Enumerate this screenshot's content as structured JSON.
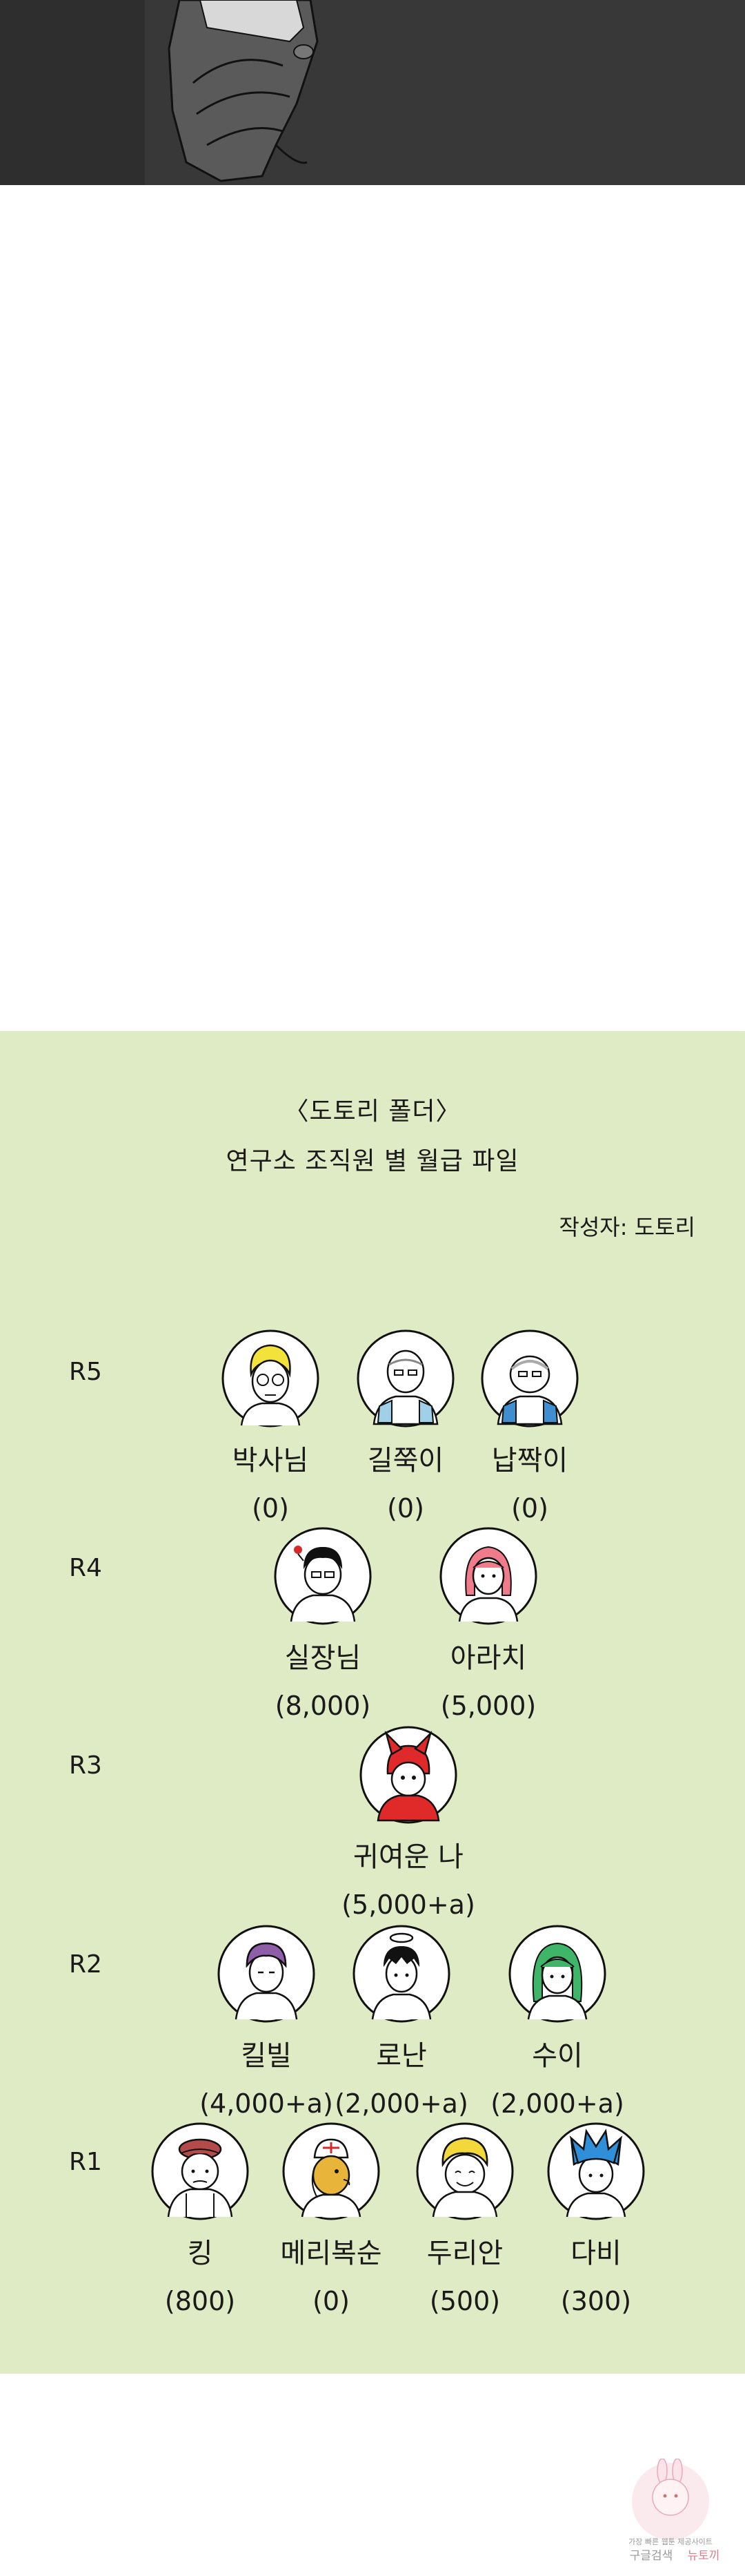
{
  "header": {
    "folder_title": "〈도토리 폴더〉",
    "file_title": "연구소 조직원 별 월급 파일",
    "author": "작성자: 도토리"
  },
  "ranks": [
    {
      "label": "R5",
      "members": [
        {
          "name": "박사님",
          "salary": "(0)"
        },
        {
          "name": "길쭉이",
          "salary": "(0)"
        },
        {
          "name": "납짝이",
          "salary": "(0)"
        }
      ]
    },
    {
      "label": "R4",
      "members": [
        {
          "name": "실장님",
          "salary": "(8,000)"
        },
        {
          "name": "아라치",
          "salary": "(5,000)"
        }
      ]
    },
    {
      "label": "R3",
      "members": [
        {
          "name": "귀여운 나",
          "salary": "(5,000+a)"
        }
      ]
    },
    {
      "label": "R2",
      "members": [
        {
          "name": "킬빌",
          "salary": "(4,000+a)"
        },
        {
          "name": "로난",
          "salary": "(2,000+a)"
        },
        {
          "name": "수이",
          "salary": "(2,000+a)"
        }
      ]
    },
    {
      "label": "R1",
      "members": [
        {
          "name": "킹",
          "salary": "(800)"
        },
        {
          "name": "메리복순",
          "salary": "(0)"
        },
        {
          "name": "두리안",
          "salary": "(500)"
        },
        {
          "name": "다비",
          "salary": "(300)"
        }
      ]
    }
  ],
  "colors": {
    "section_background": "#dfebc4",
    "top_panel": "#3a3a3a"
  },
  "watermark": {
    "line1": "가장 빠른 웹툰 제공사이트",
    "line2": "구글검색",
    "line3": "뉴토끼"
  }
}
